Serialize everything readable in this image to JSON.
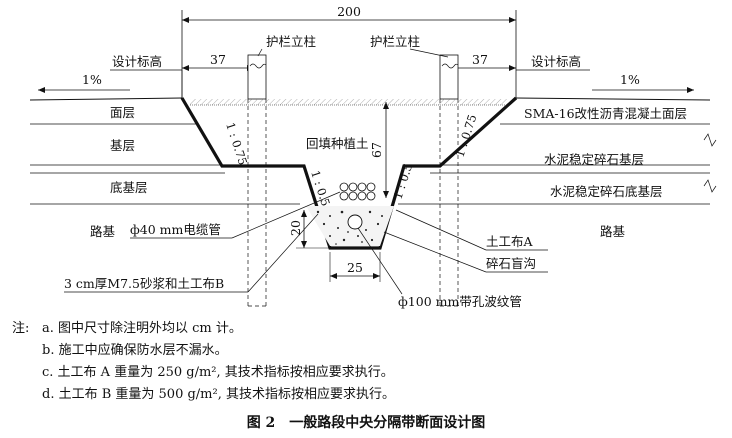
{
  "diagram": {
    "dims": {
      "total_width": "200",
      "left_offset": "37",
      "right_offset": "37",
      "depth": "67",
      "bottom_width": "25",
      "trench_depth": "20"
    },
    "slopes": {
      "upper_left": "1 : 0.75",
      "upper_right": "1 : 0.75",
      "lower_left": "1 : 0.5",
      "lower_right": "1 : 0.5"
    },
    "labels": {
      "guardrail_post_left": "护栏立柱",
      "guardrail_post_right": "护栏立柱",
      "design_elevation_left": "设计标高",
      "design_elevation_right": "设计标高",
      "slope_left": "1%",
      "slope_right": "1%",
      "surface_layer": "面层",
      "base_layer": "基层",
      "subbase_layer": "底基层",
      "subgrade_left": "路基",
      "subgrade_right": "路基",
      "backfill": "回填种植土",
      "sma_layer": "SMA-16改性沥青混凝土面层",
      "cement_base": "水泥稳定碎石基层",
      "cement_subbase": "水泥稳定碎石底基层",
      "cable_pipe": "ф40 mm电缆管",
      "mortar": "3 cm厚M7.5砂浆和土工布B",
      "geotextile_a": "土工布A",
      "gravel_drain": "碎石盲沟",
      "corrugated_pipe": "ф100 mm带孔波纹管"
    }
  },
  "notes": {
    "prefix": "注:",
    "items": [
      "a. 图中尺寸除注明外均以 cm 计。",
      "b. 施工中应确保防水层不漏水。",
      "c. 土工布 A 重量为 250 g/m², 其技术指标按相应要求执行。",
      "d. 土工布 B 重量为 500 g/m², 其技术指标按相应要求执行。"
    ]
  },
  "caption": "图 2　一般路段中央分隔带断面设计图",
  "colors": {
    "line": "#111111",
    "background": "#ffffff"
  }
}
